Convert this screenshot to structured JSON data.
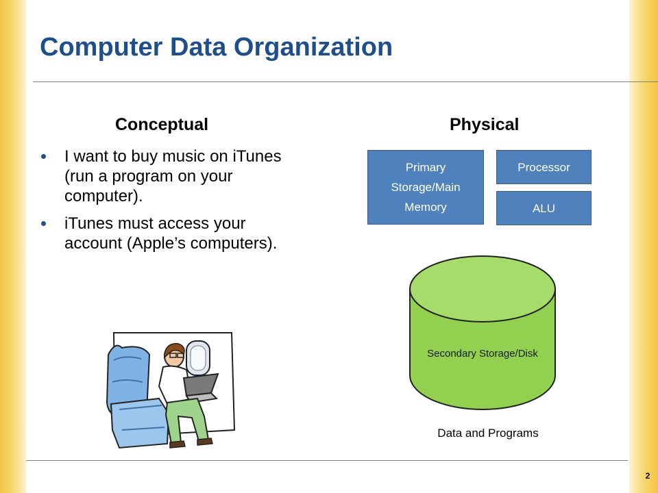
{
  "slide": {
    "title": "Computer Data Organization",
    "page_number": "2",
    "conceptual": {
      "heading": "Conceptual",
      "bullets": [
        "I want to buy music on iTunes (run a program on your computer).",
        "iTunes must access your account (Apple’s computers)."
      ]
    },
    "physical": {
      "heading": "Physical",
      "primary_storage": "Primary Storage/Main Memory",
      "processor": "Processor",
      "alu": "ALU",
      "secondary_storage": "Secondary Storage/Disk",
      "caption": "Data and Programs"
    }
  },
  "colors": {
    "title": "#1f4e8c",
    "box_fill": "#4f81bd",
    "cylinder_fill": "#92d050",
    "accent_bar": "#f4c542"
  },
  "icons": {
    "bullet": "bullet-dot-icon",
    "clipart": "traveler-with-laptop-illustration"
  }
}
